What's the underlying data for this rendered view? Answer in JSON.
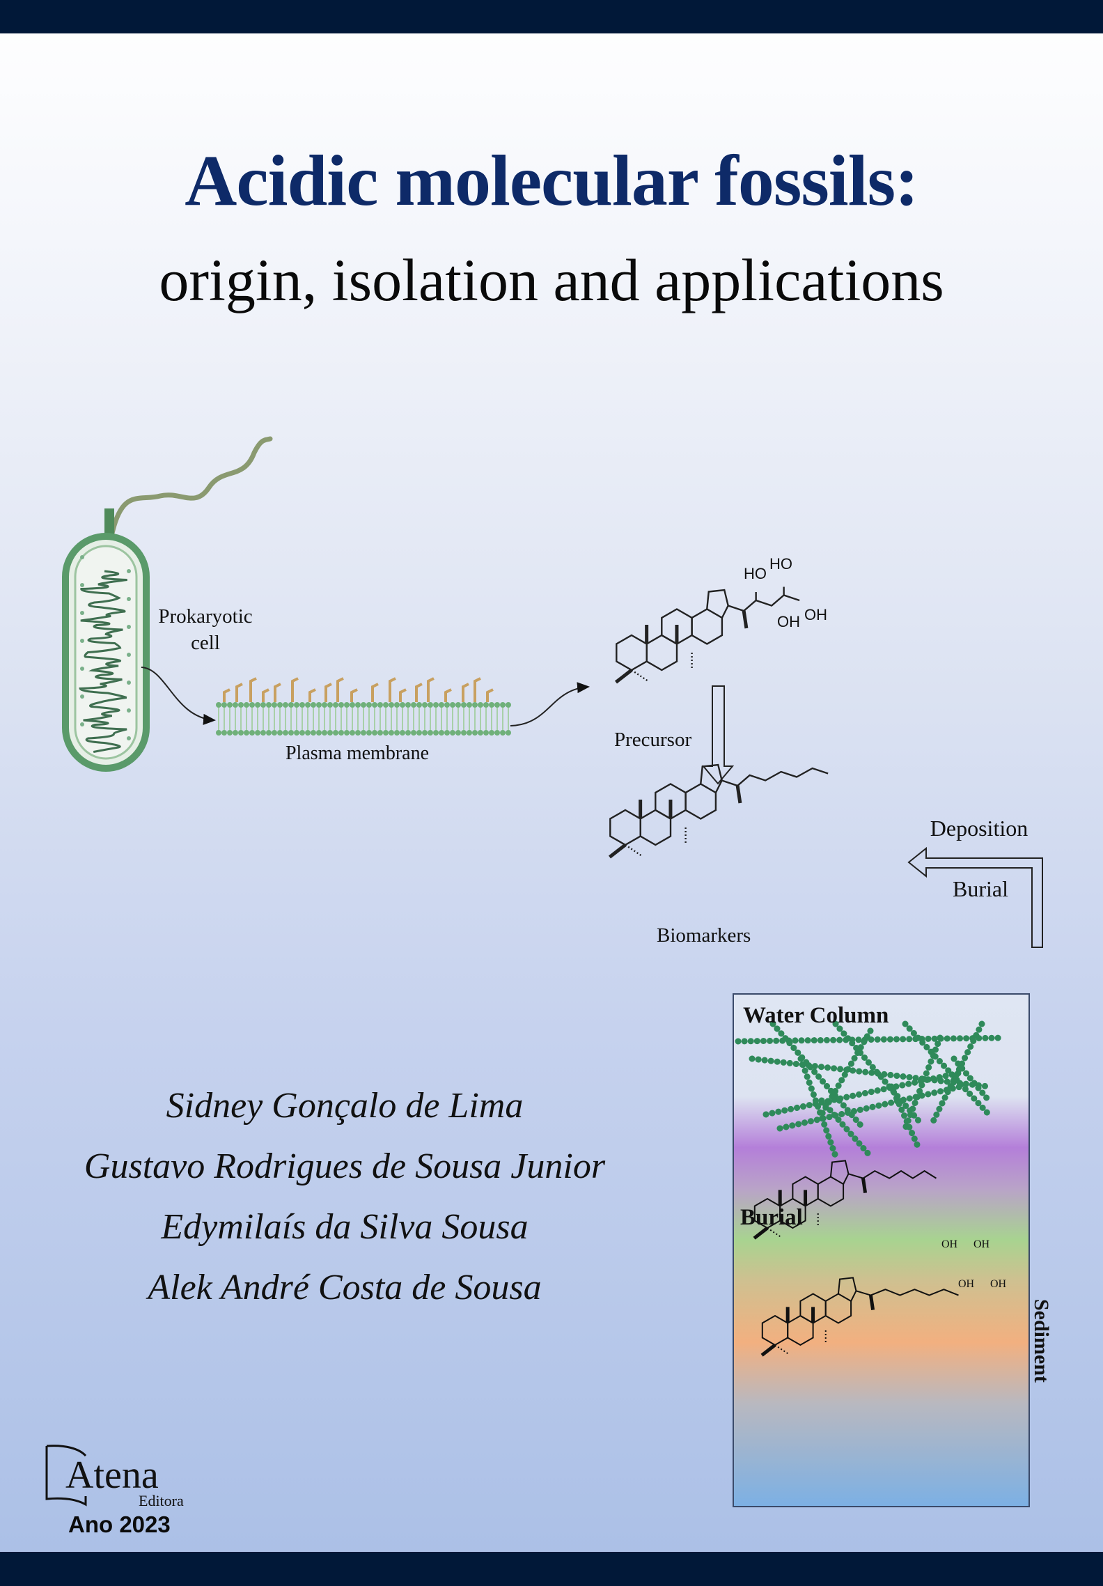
{
  "cover": {
    "title_line1": "Acidic molecular fossils:",
    "title_line2": "origin, isolation and applications",
    "authors": [
      "Sidney Gonçalo de Lima",
      "Gustavo Rodrigues de Sousa Junior",
      "Edymilaís da Silva Sousa",
      "Alek André Costa de Sousa"
    ],
    "publisher": "Atena Editora",
    "year_label": "Ano 2023"
  },
  "figure": {
    "cell_label_line1": "Prokaryotic",
    "cell_label_line2": "cell",
    "membrane_label": "Plasma membrane",
    "precursor_label": "Precursor",
    "biomarkers_label": "Biomarkers",
    "deposition_label": "Deposition",
    "burial_label": "Burial",
    "hydroxyl_labels": [
      "HO",
      "HO",
      "OH",
      "OH"
    ],
    "box": {
      "water_column_label": "Water Column",
      "burial_label": "Burial",
      "sediment_label": "Sediment",
      "hydroxyl_labels": [
        "OH",
        "OH",
        "OH",
        "OH"
      ]
    }
  },
  "colors": {
    "frame_bar": "#011838",
    "title_blue": "#0e2a68",
    "cell_green": "#5a9a6a",
    "lipid_tan": "#c8a060",
    "network_green": "#2f8a5a"
  }
}
